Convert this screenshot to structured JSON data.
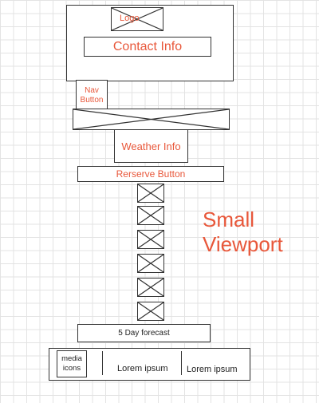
{
  "header": {
    "logo_label": "Logo",
    "contact_label": "Contact Info"
  },
  "nav": {
    "button_label": "Nav Button"
  },
  "weather": {
    "label": "Weather Info"
  },
  "reserve": {
    "label": "Rerserve Button"
  },
  "viewport": {
    "line1": "Small",
    "line2": "Viewport"
  },
  "forecast": {
    "label": "5 Day forecast"
  },
  "footer": {
    "media_label": "media icons",
    "text1": "Lorem ipsum",
    "text2": "Lorem ipsum"
  },
  "colors": {
    "accent": "#e8573a",
    "line": "#333333"
  }
}
